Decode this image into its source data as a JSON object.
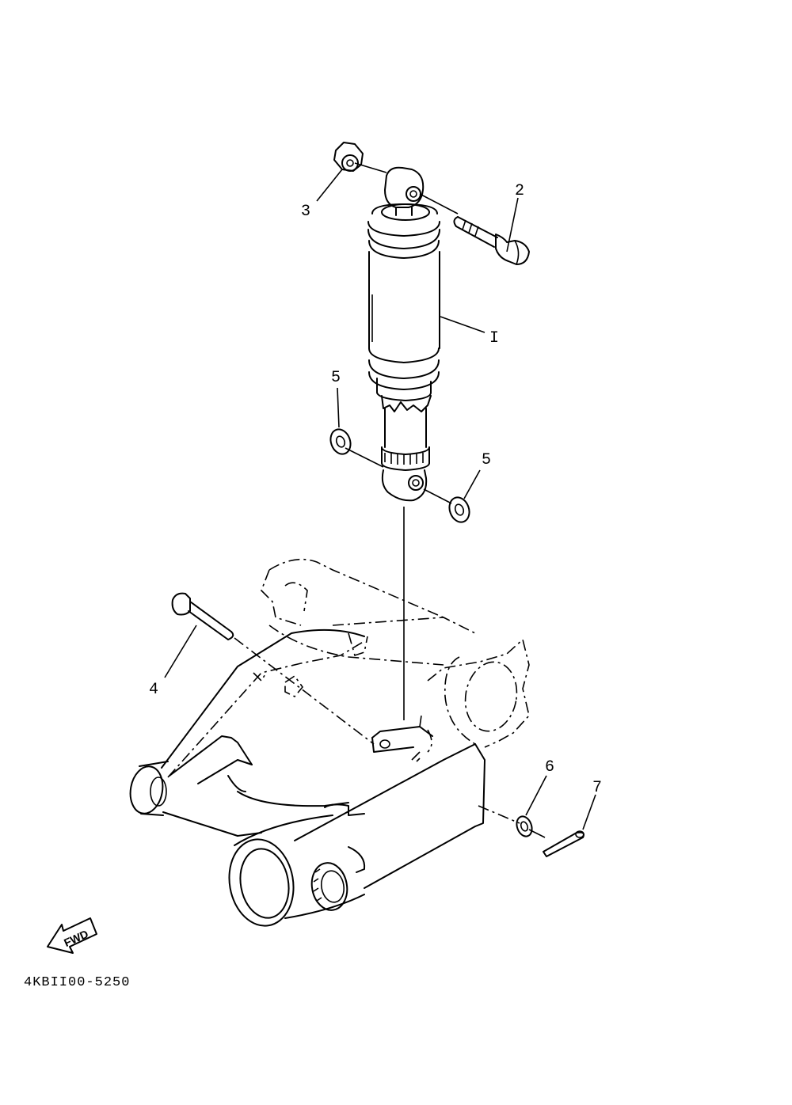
{
  "diagram": {
    "part_code": "4KBII00-5250",
    "fwd_label": "FWD",
    "callouts": [
      {
        "id": "1",
        "label": "I"
      },
      {
        "id": "2",
        "label": "2"
      },
      {
        "id": "3",
        "label": "3"
      },
      {
        "id": "4",
        "label": "4"
      },
      {
        "id": "5a",
        "label": "5"
      },
      {
        "id": "5b",
        "label": "5"
      },
      {
        "id": "6",
        "label": "6"
      },
      {
        "id": "7",
        "label": "7"
      }
    ]
  }
}
